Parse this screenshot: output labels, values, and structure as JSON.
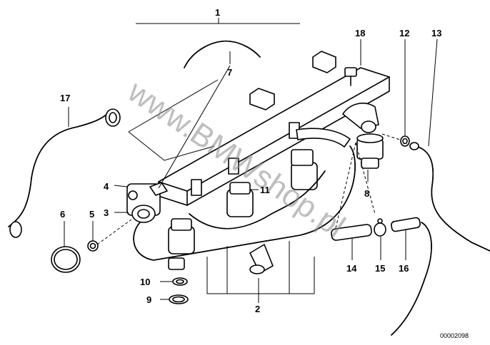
{
  "diagram": {
    "callouts": {
      "c1": "1",
      "c2": "2",
      "c3": "3",
      "c4": "4",
      "c5": "5",
      "c6": "6",
      "c7": "7",
      "c8": "8",
      "c9": "9",
      "c10": "10",
      "c11": "11",
      "c12": "12",
      "c13": "13",
      "c14": "14",
      "c15": "15",
      "c16": "16",
      "c17": "17",
      "c18": "18"
    },
    "watermark": "www.BMWshop.pl",
    "reference_code": "00002098"
  },
  "colors": {
    "line": "#000000",
    "background": "#ffffff",
    "watermark": "#8a8a8a"
  }
}
